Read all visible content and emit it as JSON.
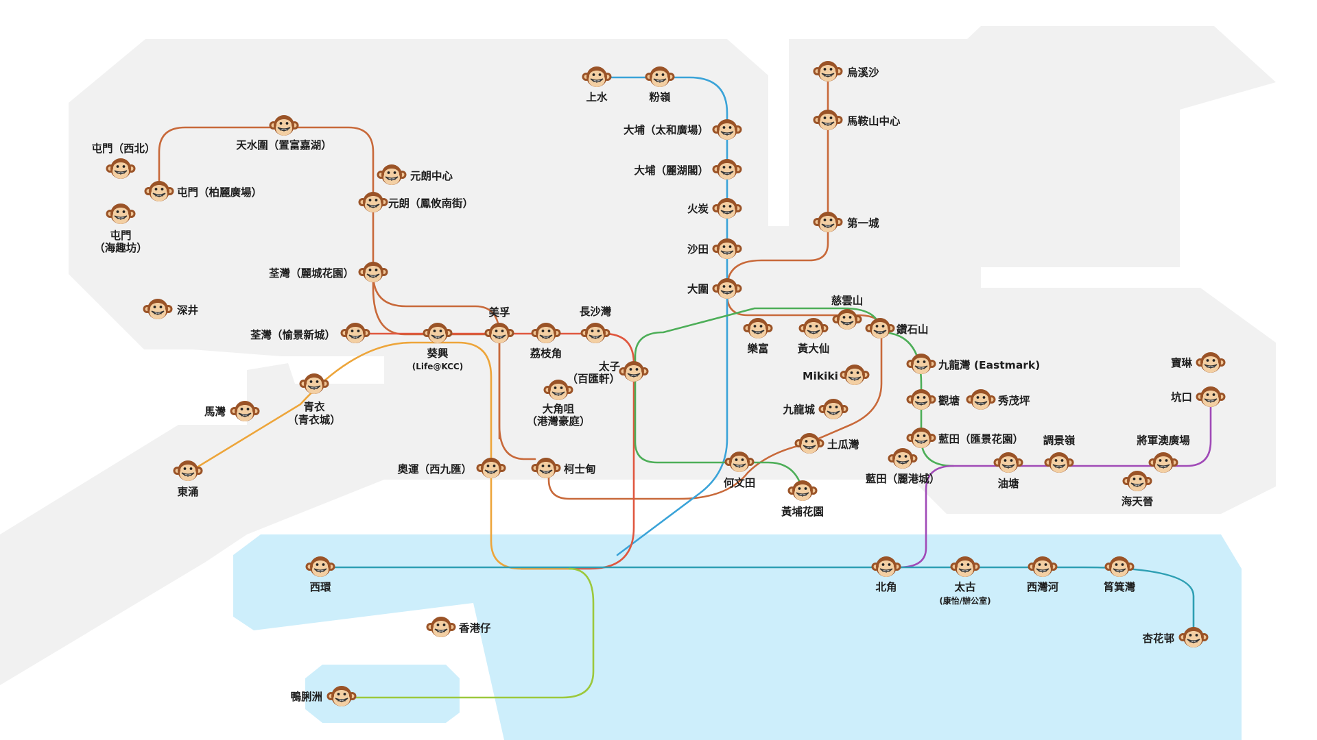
{
  "map": {
    "land_color": "#f1f1f1",
    "water_color": "#cdeefb",
    "marker_icon": "monkey-face-icon"
  },
  "routes": [
    {
      "id": "brown",
      "color": "#c8693a"
    },
    {
      "id": "blue",
      "color": "#3aa3d8"
    },
    {
      "id": "red",
      "color": "#e0573f"
    },
    {
      "id": "orange",
      "color": "#eda53a"
    },
    {
      "id": "green",
      "color": "#4dae58"
    },
    {
      "id": "purple",
      "color": "#a04ab7"
    },
    {
      "id": "teal",
      "color": "#2e9fb3"
    },
    {
      "id": "lime",
      "color": "#9cc83c"
    }
  ],
  "stations": [
    {
      "id": "s01",
      "name": [
        "上水"
      ]
    },
    {
      "id": "s02",
      "name": [
        "粉嶺"
      ]
    },
    {
      "id": "s03",
      "name": [
        "大埔（太和廣場）"
      ]
    },
    {
      "id": "s04",
      "name": [
        "大埔（麗湖閣）"
      ]
    },
    {
      "id": "s05",
      "name": [
        "火炭"
      ]
    },
    {
      "id": "s06",
      "name": [
        "沙田"
      ]
    },
    {
      "id": "s07",
      "name": [
        "大圍"
      ]
    },
    {
      "id": "s08",
      "name": [
        "烏溪沙"
      ]
    },
    {
      "id": "s09",
      "name": [
        "馬鞍山中心"
      ]
    },
    {
      "id": "s10",
      "name": [
        "第一城"
      ]
    },
    {
      "id": "s11",
      "name": [
        "屯門（西北）"
      ]
    },
    {
      "id": "s12",
      "name": [
        "屯門（柏麗廣場）"
      ]
    },
    {
      "id": "s13",
      "name": [
        "屯門",
        "（海趣坊）"
      ]
    },
    {
      "id": "s14",
      "name": [
        "天水圍（置富嘉湖）"
      ]
    },
    {
      "id": "s15",
      "name": [
        "元朗中心"
      ]
    },
    {
      "id": "s16",
      "name": [
        "元朗（鳳攸南街）"
      ]
    },
    {
      "id": "s17",
      "name": [
        "荃灣（麗城花園）"
      ]
    },
    {
      "id": "s18",
      "name": [
        "深井"
      ]
    },
    {
      "id": "s19",
      "name": [
        "荃灣（愉景新城）"
      ]
    },
    {
      "id": "s20",
      "name": [
        "葵興",
        "(Life@KCC)"
      ]
    },
    {
      "id": "s21",
      "name": [
        "美孚"
      ]
    },
    {
      "id": "s22",
      "name": [
        "荔枝角"
      ]
    },
    {
      "id": "s23",
      "name": [
        "長沙灣"
      ]
    },
    {
      "id": "s24",
      "name": [
        "太子",
        "（百匯軒）"
      ]
    },
    {
      "id": "s25",
      "name": [
        "大角咀",
        "（港灣豪庭）"
      ]
    },
    {
      "id": "s26",
      "name": [
        "青衣",
        "（青衣城）"
      ]
    },
    {
      "id": "s27",
      "name": [
        "馬灣"
      ]
    },
    {
      "id": "s28",
      "name": [
        "東涌"
      ]
    },
    {
      "id": "s29",
      "name": [
        "奧運（西九匯）"
      ]
    },
    {
      "id": "s30",
      "name": [
        "柯士甸"
      ]
    },
    {
      "id": "s31",
      "name": [
        "慈雲山"
      ]
    },
    {
      "id": "s32",
      "name": [
        "鑽石山"
      ]
    },
    {
      "id": "s33",
      "name": [
        "樂富"
      ]
    },
    {
      "id": "s34",
      "name": [
        "黃大仙"
      ]
    },
    {
      "id": "s35",
      "name": [
        "Mikiki"
      ]
    },
    {
      "id": "s36",
      "name": [
        "九龍城"
      ]
    },
    {
      "id": "s37",
      "name": [
        "土瓜灣"
      ]
    },
    {
      "id": "s38",
      "name": [
        "何文田"
      ]
    },
    {
      "id": "s39",
      "name": [
        "黃埔花園"
      ]
    },
    {
      "id": "s40",
      "name": [
        "九龍灣 (Eastmark)"
      ]
    },
    {
      "id": "s41",
      "name": [
        "觀塘"
      ]
    },
    {
      "id": "s42",
      "name": [
        "秀茂坪"
      ]
    },
    {
      "id": "s43",
      "name": [
        "藍田（匯景花園）"
      ]
    },
    {
      "id": "s44",
      "name": [
        "藍田（麗港城）"
      ]
    },
    {
      "id": "s45",
      "name": [
        "油塘"
      ]
    },
    {
      "id": "s46",
      "name": [
        "調景嶺"
      ]
    },
    {
      "id": "s47",
      "name": [
        "將軍澳廣場"
      ]
    },
    {
      "id": "s48",
      "name": [
        "海天晉"
      ]
    },
    {
      "id": "s49",
      "name": [
        "寶琳"
      ]
    },
    {
      "id": "s50",
      "name": [
        "坑口"
      ]
    },
    {
      "id": "s51",
      "name": [
        "西環"
      ]
    },
    {
      "id": "s52",
      "name": [
        "香港仔"
      ]
    },
    {
      "id": "s53",
      "name": [
        "鴨脷洲"
      ]
    },
    {
      "id": "s54",
      "name": [
        "北角"
      ]
    },
    {
      "id": "s55",
      "name": [
        "太古",
        "(康怡/辦公室)"
      ]
    },
    {
      "id": "s56",
      "name": [
        "西灣河"
      ]
    },
    {
      "id": "s57",
      "name": [
        "筲箕灣"
      ]
    },
    {
      "id": "s58",
      "name": [
        "杏花邨"
      ]
    }
  ]
}
